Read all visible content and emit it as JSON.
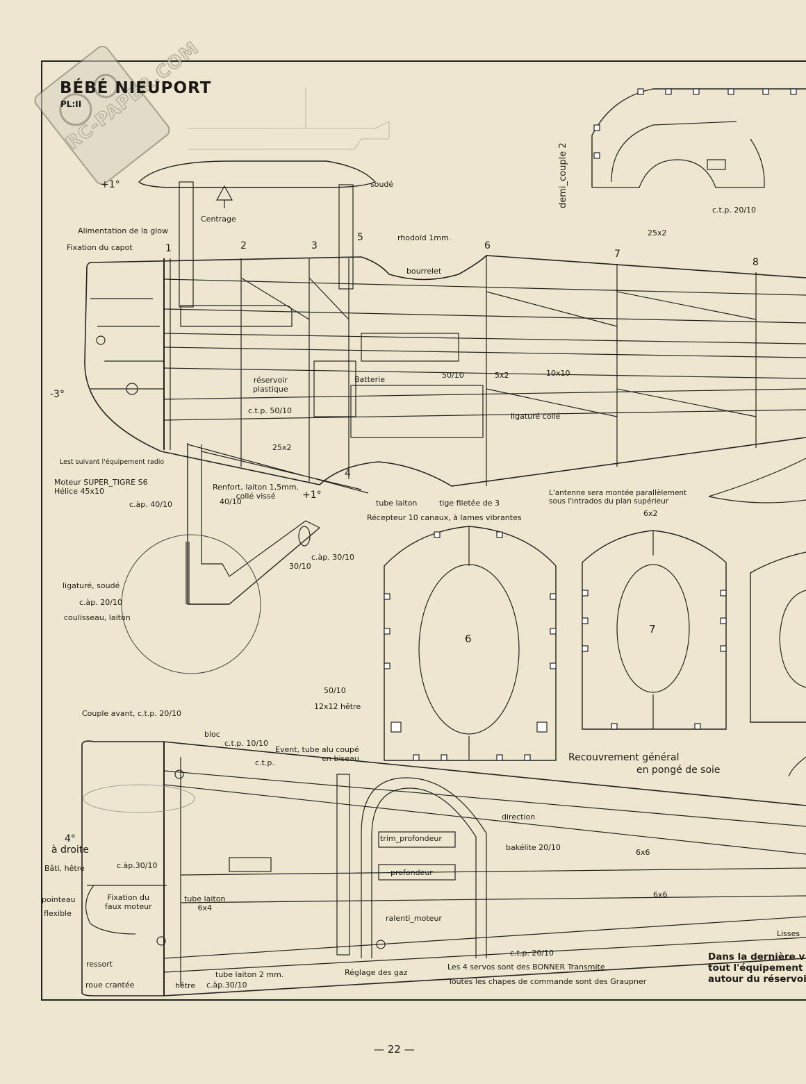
{
  "header": {
    "title": "BÉBÉ NIEUPORT",
    "plate": "PL:II"
  },
  "watermark": {
    "text": "RC-PAPER.COM"
  },
  "side_view": {
    "angles": {
      "wing": "+1°",
      "engine_downthrust": "-3°",
      "stab": "+1°"
    },
    "stations": [
      "1",
      "2",
      "3",
      "4",
      "5",
      "6",
      "7",
      "8"
    ],
    "labels": {
      "soude": "soudé",
      "centrage": "Centrage",
      "alimentation": "Alimentation de la glow",
      "fixation_capot": "Fixation du capot",
      "rhodoid": "rhodoïd 1mm.",
      "bourrelet": "bourrelet",
      "reservoir": "réservoir\nplastique",
      "batterie": "Batterie",
      "ctp_50": "c.t.p. 50/10",
      "size_25x2_a": "25x2",
      "size_25x2_b": "25x2",
      "size_50_10": "50/10",
      "size_5x2": "5x2",
      "size_10x10": "10x10",
      "ligature_colle": "ligaturé collé",
      "lest": "Lest suivant l'équipement radio",
      "moteur": "Moteur SUPER_TIGRE S6",
      "helice": "Hélice 45x10",
      "renfort": "Renfort, laiton 1,5mm.\ncollé vissé",
      "cap_40": "c.àp. 40/10",
      "size_40_10": "40/10",
      "tube_laiton": "tube laiton",
      "tige_filetee": "tige filetée de 3",
      "recepteur": "Récepteur 10 canaux, à lames vibrantes",
      "cap_30": "c.àp. 30/10",
      "size_30_10": "30/10",
      "ligature_soude": "ligaturé, soudé",
      "cap_20": "c.àp. 20/10",
      "coulisseau": "coulisseau, laiton",
      "antenne": "L'antenne sera montée parallèlement\nsous l'intrados du plan supérieur"
    }
  },
  "half_former": {
    "label": "demi_couple 2",
    "material": "c.t.p. 20/10"
  },
  "formers": [
    {
      "number": "6",
      "labels": [
        "50/10",
        "12x12 hêtre"
      ]
    },
    {
      "number": "7",
      "labels": [
        "6x2"
      ]
    }
  ],
  "covering": {
    "line1": "Recouvrement général",
    "line2": "en pongé  de soie"
  },
  "top_view": {
    "labels": {
      "couple_avant": "Couple avant, c.t.p. 20/10",
      "bloc": "bloc",
      "ctp_10": "c.t.p. 10/10",
      "ctp": "c.t.p.",
      "event": "Event, tube alu coupé\nen biseau",
      "direction": "direction",
      "trim": "trim_profondeur",
      "bakelite": "bakélite 20/10",
      "profondeur": "profondeur",
      "ralenti": "ralenti_moteur",
      "size_6x6_a": "6x6",
      "size_6x6_b": "6x6",
      "lisses": "Lisses",
      "angle": "4°\nà droite",
      "bati": "Bâti, hêtre",
      "cap_30": "c.àp.30/10",
      "pointeau": "pointeau",
      "flexible": "flexible",
      "fixation_faux": "Fixation du\nfaux moteur",
      "tube_laiton": "tube laiton\n6x4",
      "ressort": "ressort",
      "roue": "roue crantée",
      "hetre": "hêtre",
      "tube_2mm": "tube laiton 2 mm.",
      "cap_30b": "c.àp.30/10",
      "reglage": "Réglage des gaz",
      "ctp_20": "c.t.p. 20/10",
      "servos": "Les 4 servos sont des BONNER Transmite",
      "chapes": "Toutes les chapes de commande sont des Graupner"
    }
  },
  "footer_note": {
    "line1": "Dans la dernière v",
    "line2": "tout l'équipement r",
    "line3": "autour du réservoi"
  },
  "page_number": "— 22 —"
}
